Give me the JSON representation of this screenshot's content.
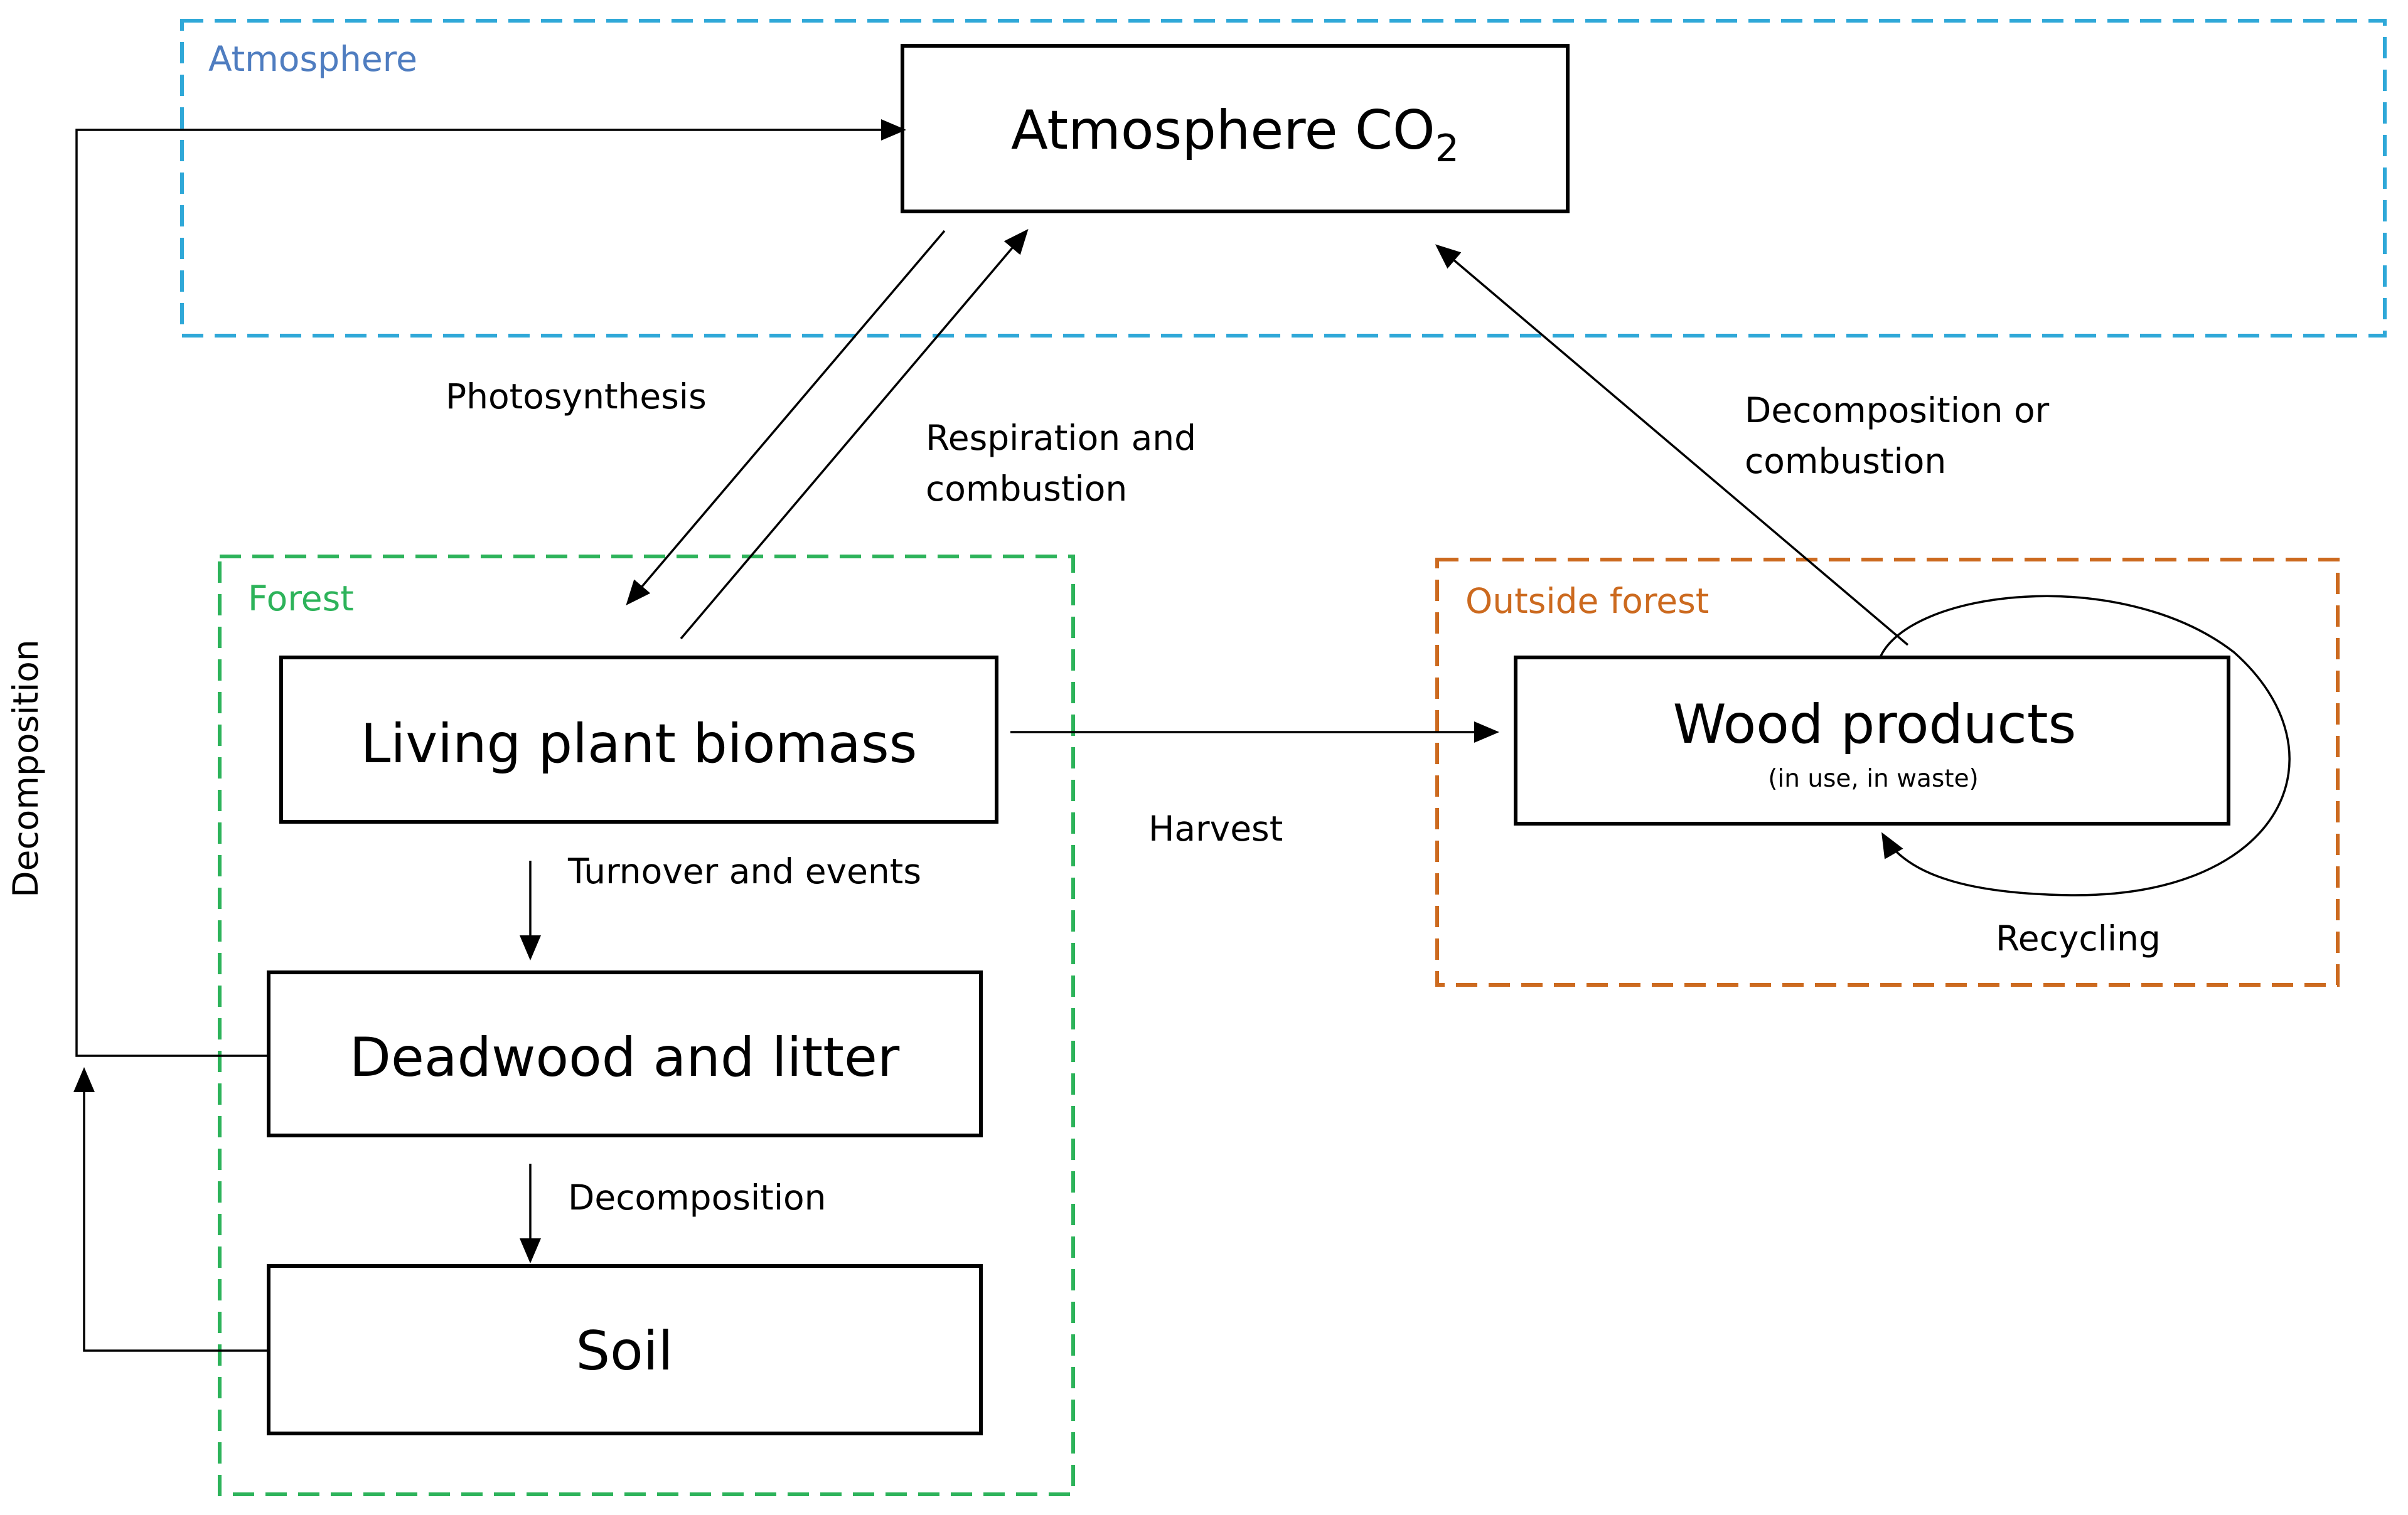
{
  "regions": {
    "atmosphere": {
      "label": "Atmosphere",
      "color": "#2fa8d8",
      "label_color": "#4f7dc0"
    },
    "forest": {
      "label": "Forest",
      "color": "#2db35a",
      "label_color": "#2db35a"
    },
    "outside_forest": {
      "label": "Outside forest",
      "color": "#cc6a1f",
      "label_color": "#cc6a1f"
    }
  },
  "boxes": {
    "atmosphere_co2": {
      "title_main": "Atmosphere CO",
      "title_subscript": "2"
    },
    "living_biomass": {
      "title": "Living plant biomass"
    },
    "deadwood_litter": {
      "title": "Deadwood and litter"
    },
    "soil": {
      "title": "Soil"
    },
    "wood_products": {
      "title": "Wood products",
      "subtitle": "(in use, in waste)"
    }
  },
  "flows": {
    "photosynthesis": "Photosynthesis",
    "respiration_line1": "Respiration and",
    "respiration_line2": "combustion",
    "decomposition_or_line1": "Decomposition or",
    "decomposition_or_line2": "combustion",
    "turnover": "Turnover and events",
    "harvest": "Harvest",
    "decomposition_deadwood_soil": "Decomposition",
    "recycling": "Recycling",
    "decomposition_side": "Decomposition"
  }
}
